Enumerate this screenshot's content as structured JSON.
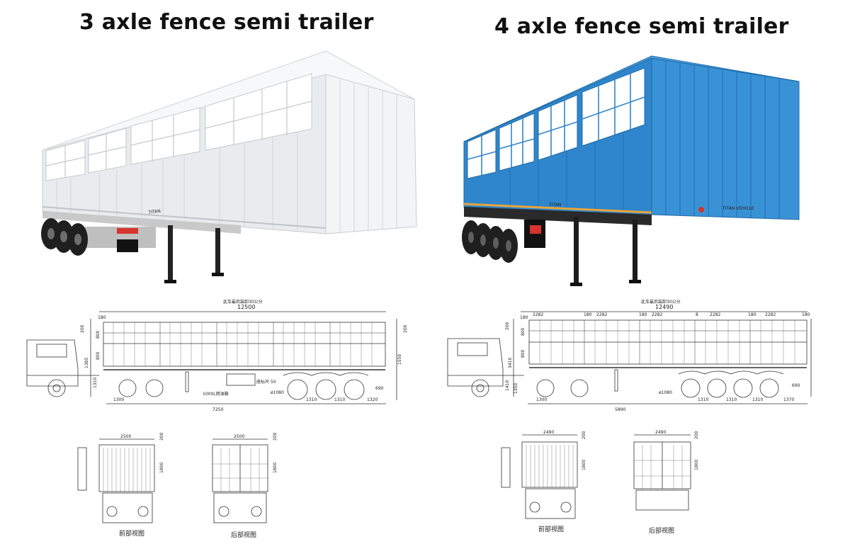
{
  "titles": {
    "left": "3 axle fence semi trailer",
    "right": "4 axle fence semi trailer"
  },
  "colors": {
    "left_trailer": "#e8eaec",
    "right_trailer": "#2f86cc",
    "drawing": "#333333"
  },
  "left_drawing": {
    "top_note": "此车最后装卸30公分",
    "total_length": "12500",
    "front_offset": "180",
    "heights": [
      "200",
      "800",
      "1385",
      "800",
      "1550",
      "200"
    ],
    "small_labels": [
      "1310",
      "1300",
      "7250",
      "1310",
      "1310",
      "1320",
      "690",
      "ø1080"
    ],
    "notes": [
      "1000L燃油箱",
      "座标尺 50"
    ],
    "front_view": {
      "width": "2500",
      "side_heights": [
        "200",
        "1800"
      ],
      "caption": "前部视图"
    },
    "rear_view": {
      "width": "2500",
      "side_heights": [
        "200",
        "1800"
      ],
      "caption": "后部视图"
    }
  },
  "right_drawing": {
    "top_note": "此车最后装卸30公分",
    "total_length": "12490",
    "segment_lengths": [
      "2282",
      "180",
      "2282",
      "180",
      "2282",
      "8",
      "2282",
      "180",
      "2282",
      "180"
    ],
    "front_offset": "180",
    "heights": [
      "200",
      "800",
      "3410",
      "800",
      "1410",
      "1350"
    ],
    "small_labels": [
      "1300",
      "5890",
      "1310",
      "1310",
      "1310",
      "1370",
      "690",
      "ø1080"
    ],
    "front_view": {
      "width": "2490",
      "side_heights": [
        "200",
        "1800"
      ],
      "caption": "前部视图"
    },
    "rear_view": {
      "width": "2490",
      "side_heights": [
        "200",
        "1800"
      ],
      "caption": "后部视图"
    }
  },
  "brand": {
    "left_plate": "TITAN",
    "right_plate": "TITAN VEHICLE",
    "right_side": "TITAN"
  }
}
